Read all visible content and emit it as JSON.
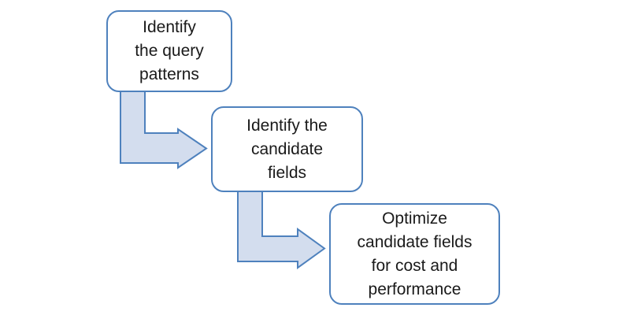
{
  "diagram": {
    "type": "stepped-process-flow",
    "background": "#ffffff",
    "steps": [
      {
        "id": 1,
        "label": "Identify\nthe query\npatterns"
      },
      {
        "id": 2,
        "label": "Identify the\ncandidate\nfields"
      },
      {
        "id": 3,
        "label": "Optimize\ncandidate fields\nfor cost and\nperformance"
      }
    ],
    "connectors": [
      {
        "name": "bent-arrow-1",
        "from_step": 1,
        "to_step": 2,
        "shape": "down-then-right-elbow-arrow"
      },
      {
        "name": "bent-arrow-2",
        "from_step": 2,
        "to_step": 3,
        "shape": "down-then-right-elbow-arrow"
      }
    ],
    "colors": {
      "box_fill": "#ffffff",
      "box_border": "#4e81bd",
      "arrow_fill": "#d3ddee",
      "arrow_border": "#4e81bd",
      "text": "#1a1a1a"
    }
  }
}
